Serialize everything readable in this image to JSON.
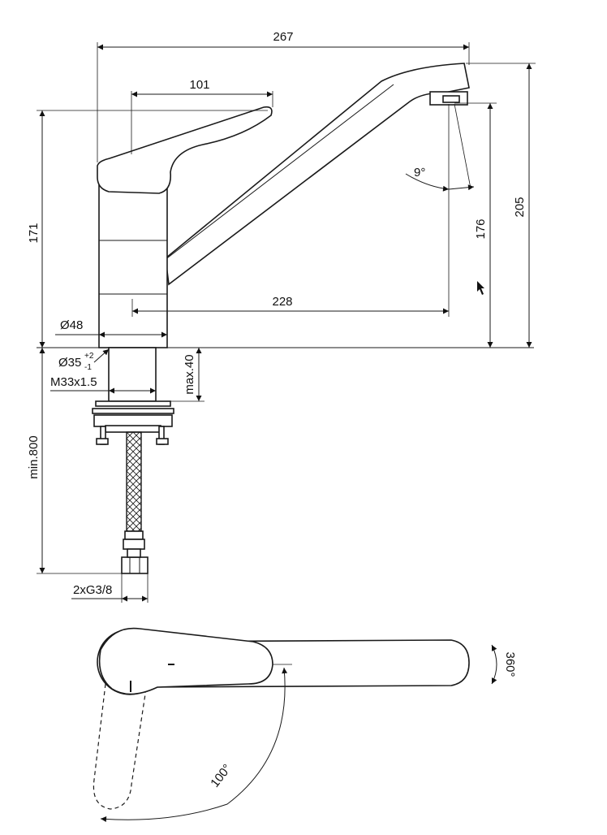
{
  "dimensions": {
    "overall_length": "267",
    "lever_length": "101",
    "spout_reach": "228",
    "total_height": "205",
    "body_height": "171",
    "outlet_height": "176",
    "spray_angle": "9°",
    "body_diameter": "Ø48",
    "hole_diameter": "Ø35",
    "hole_tol_plus": "+2",
    "hole_tol_minus": "-1",
    "thread": "M33x1.5",
    "max_worktop": "max.40",
    "hose_length": "min.800",
    "connection": "2xG3/8",
    "swivel_range": "360°",
    "lever_rotation": "100°"
  },
  "icons": {
    "cursor": "mouse-pointer-icon"
  }
}
